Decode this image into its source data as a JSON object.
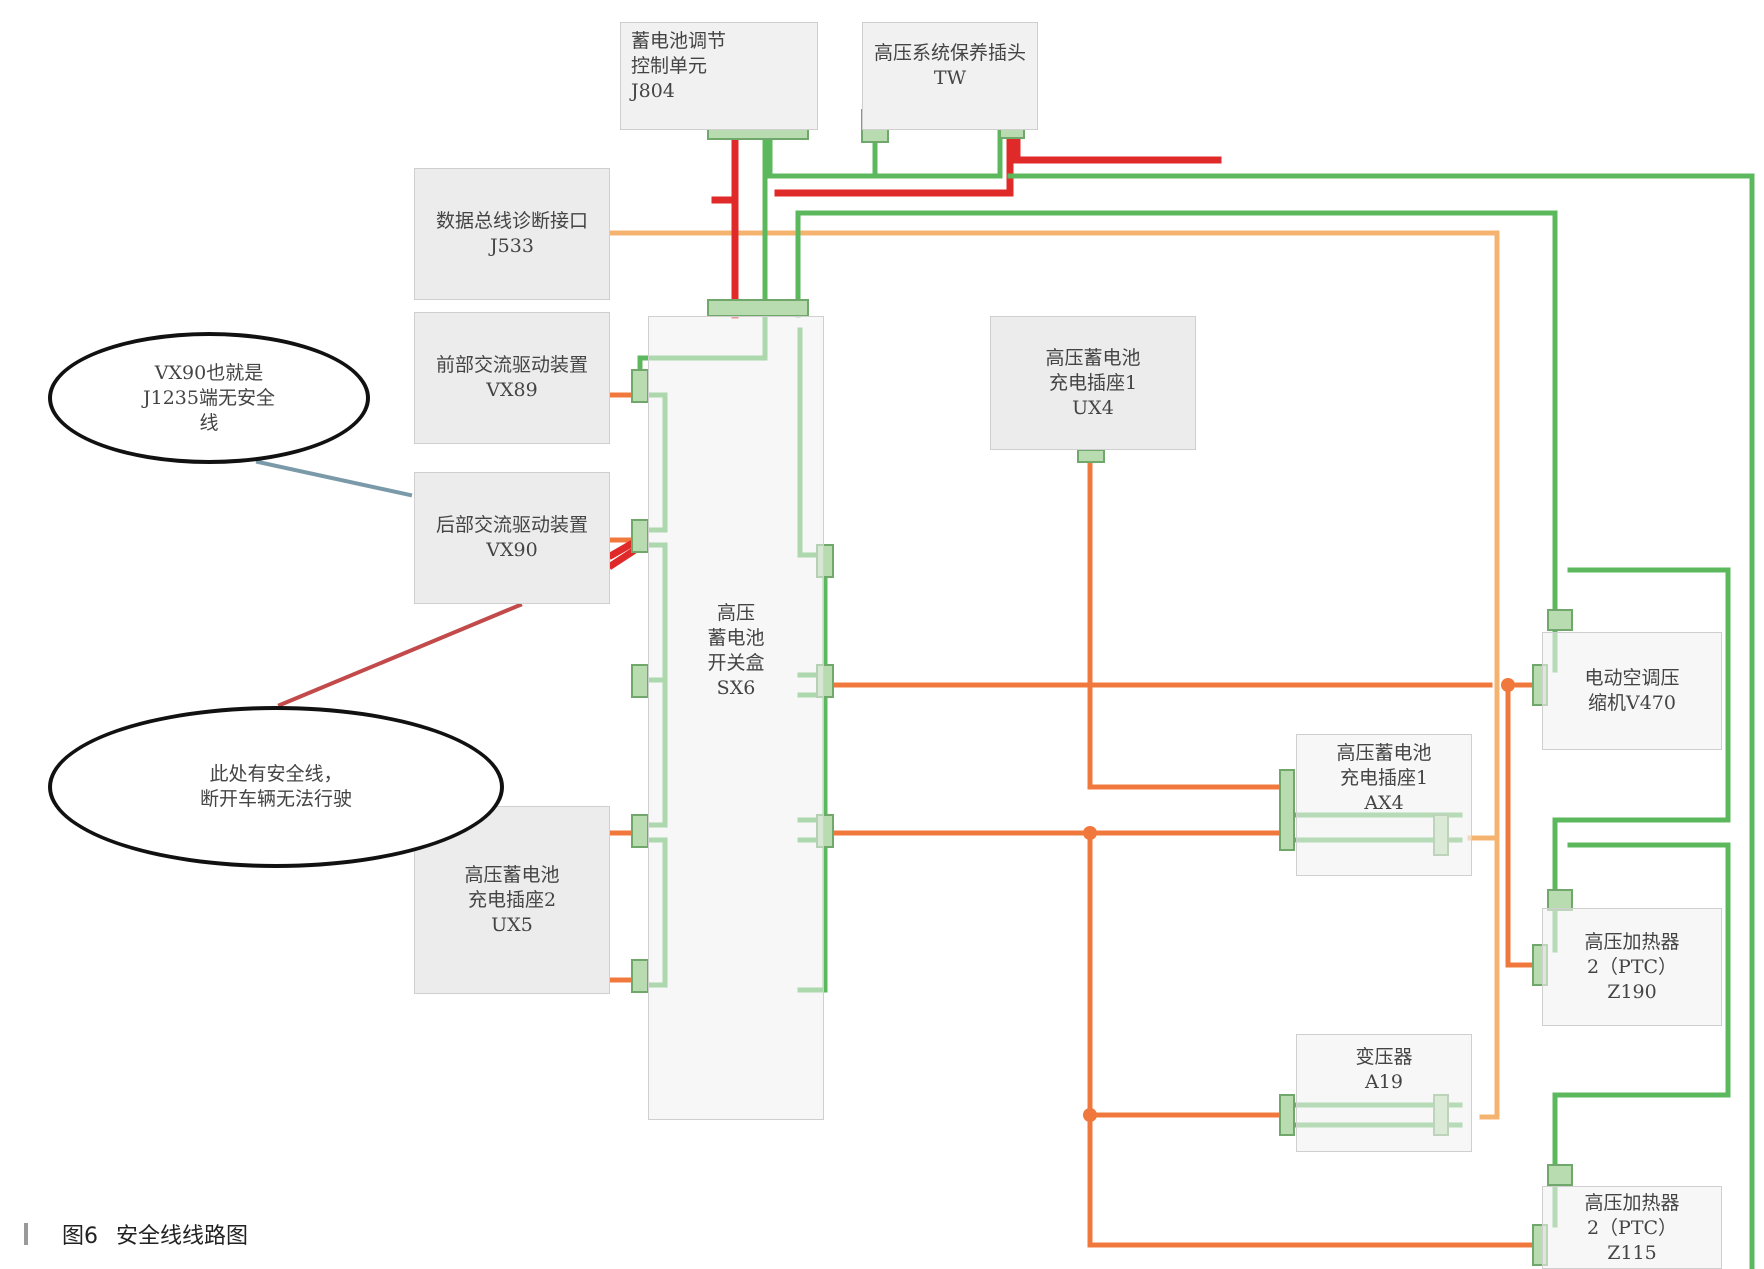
{
  "components": {
    "j804": {
      "lines": [
        "蓄电池调节",
        "控制单元",
        "J804"
      ]
    },
    "tw": {
      "lines": [
        "高压系统保养插头",
        "TW"
      ]
    },
    "j533": {
      "lines": [
        "数据总线诊断接口",
        "J533"
      ]
    },
    "vx89": {
      "lines": [
        "前部交流驱动装置",
        "VX89"
      ]
    },
    "vx90": {
      "lines": [
        "后部交流驱动装置",
        "VX90"
      ]
    },
    "ux5": {
      "lines": [
        "高压蓄电池",
        "充电插座2",
        "UX5"
      ]
    },
    "sx6": {
      "lines": [
        "高压",
        "蓄电池",
        "开关盒",
        "SX6"
      ]
    },
    "ux4": {
      "lines": [
        "高压蓄电池",
        "充电插座1",
        "UX4"
      ]
    },
    "ax4": {
      "lines": [
        "高压蓄电池",
        "充电插座1",
        "AX4"
      ]
    },
    "a19": {
      "lines": [
        "变压器",
        "A19"
      ]
    },
    "v470": {
      "lines": [
        "电动空调压",
        "缩机V470"
      ]
    },
    "z190": {
      "lines": [
        "高压加热器",
        "2（PTC）",
        "Z190"
      ]
    },
    "z115": {
      "lines": [
        "高压加热器",
        "2（PTC）",
        "Z115"
      ]
    }
  },
  "callouts": {
    "top": {
      "lines": [
        "VX90也就是",
        "J1235端无安全",
        "线"
      ]
    },
    "bottom": {
      "lines": [
        "此处有安全线，",
        "断开车辆无法行驶"
      ]
    }
  },
  "caption": {
    "number": "图6",
    "title": "安全线线路图"
  },
  "colors": {
    "safety_line": "#5cb85c",
    "hv_line": "#f0783c",
    "bus_line": "#f4b470",
    "red_line": "#e02a2a"
  }
}
